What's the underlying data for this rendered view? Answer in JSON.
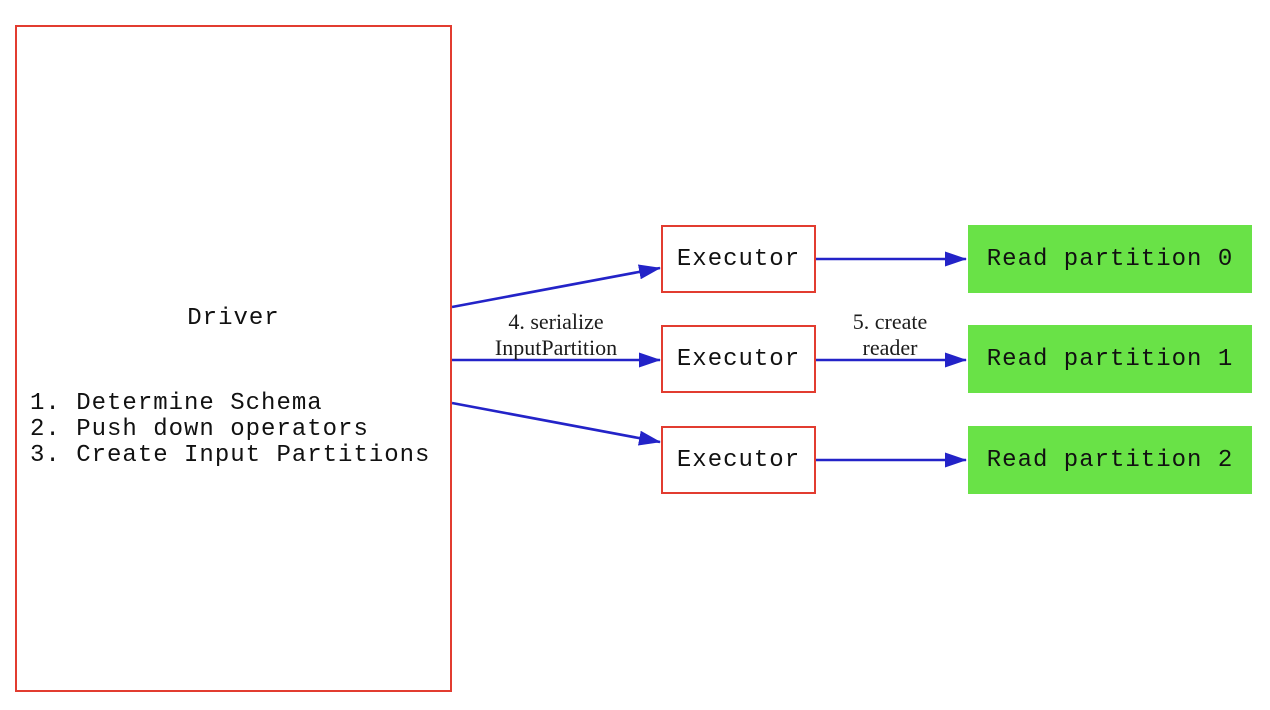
{
  "driver": {
    "title": "Driver",
    "steps": [
      "1. Determine Schema",
      "2. Push down operators",
      "3. Create Input Partitions"
    ]
  },
  "executors": [
    {
      "label": "Executor"
    },
    {
      "label": "Executor"
    },
    {
      "label": "Executor"
    }
  ],
  "partitions": [
    {
      "label": "Read partition 0"
    },
    {
      "label": "Read partition 1"
    },
    {
      "label": "Read partition 2"
    }
  ],
  "edge_labels": {
    "serialize": [
      "4. serialize",
      "InputPartition"
    ],
    "create_reader": [
      "5. create",
      "reader"
    ]
  },
  "colors": {
    "box_border": "#e23c30",
    "partition_fill": "#69e247",
    "arrow": "#2323c8"
  }
}
